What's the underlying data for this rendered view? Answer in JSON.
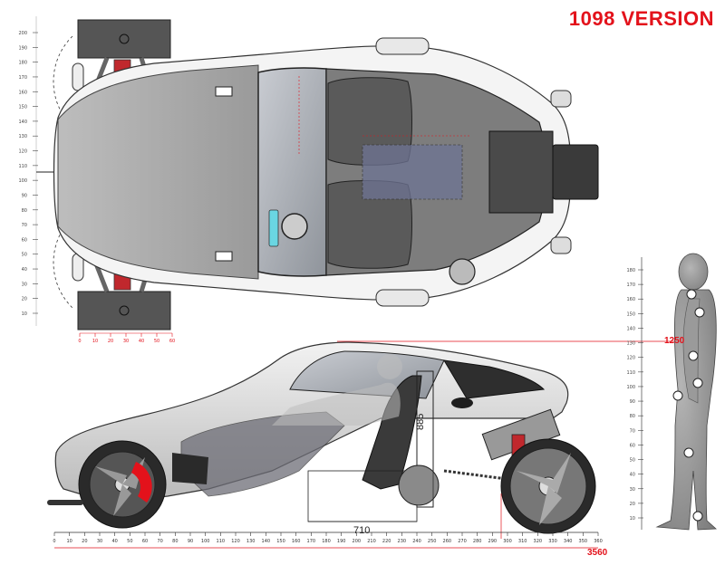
{
  "title": "1098 VERSION",
  "dimensions": {
    "height_mark": "1250",
    "total_length": "3560",
    "wheelbase_section": "710",
    "seat_height": "885"
  },
  "rulers": {
    "top_view_vertical_ticks": [
      "10",
      "20",
      "30",
      "40",
      "50",
      "60",
      "70",
      "80",
      "90",
      "100",
      "110",
      "120",
      "130",
      "140",
      "150",
      "160",
      "170",
      "180",
      "190",
      "200"
    ],
    "top_view_horizontal_ticks": [
      "0",
      "10",
      "20",
      "30",
      "40",
      "50",
      "60"
    ],
    "side_view_ticks": [
      "0",
      "10",
      "20",
      "30",
      "40",
      "50",
      "60",
      "70",
      "80",
      "90",
      "100",
      "110",
      "120",
      "130",
      "140",
      "150",
      "160",
      "170",
      "180",
      "190",
      "200",
      "210",
      "220",
      "230",
      "240",
      "250",
      "260",
      "270",
      "280",
      "290",
      "300",
      "310",
      "320",
      "330",
      "340",
      "350",
      "360"
    ],
    "human_ticks": [
      "10",
      "20",
      "30",
      "40",
      "50",
      "60",
      "70",
      "80",
      "90",
      "100",
      "110",
      "120",
      "130",
      "140",
      "150",
      "160",
      "170",
      "180"
    ]
  },
  "colors": {
    "accent_red": "#e3121b",
    "body_gray": "#8e8e8e",
    "dark_gray": "#4a4a4a",
    "glass": "#9aa0a8"
  }
}
